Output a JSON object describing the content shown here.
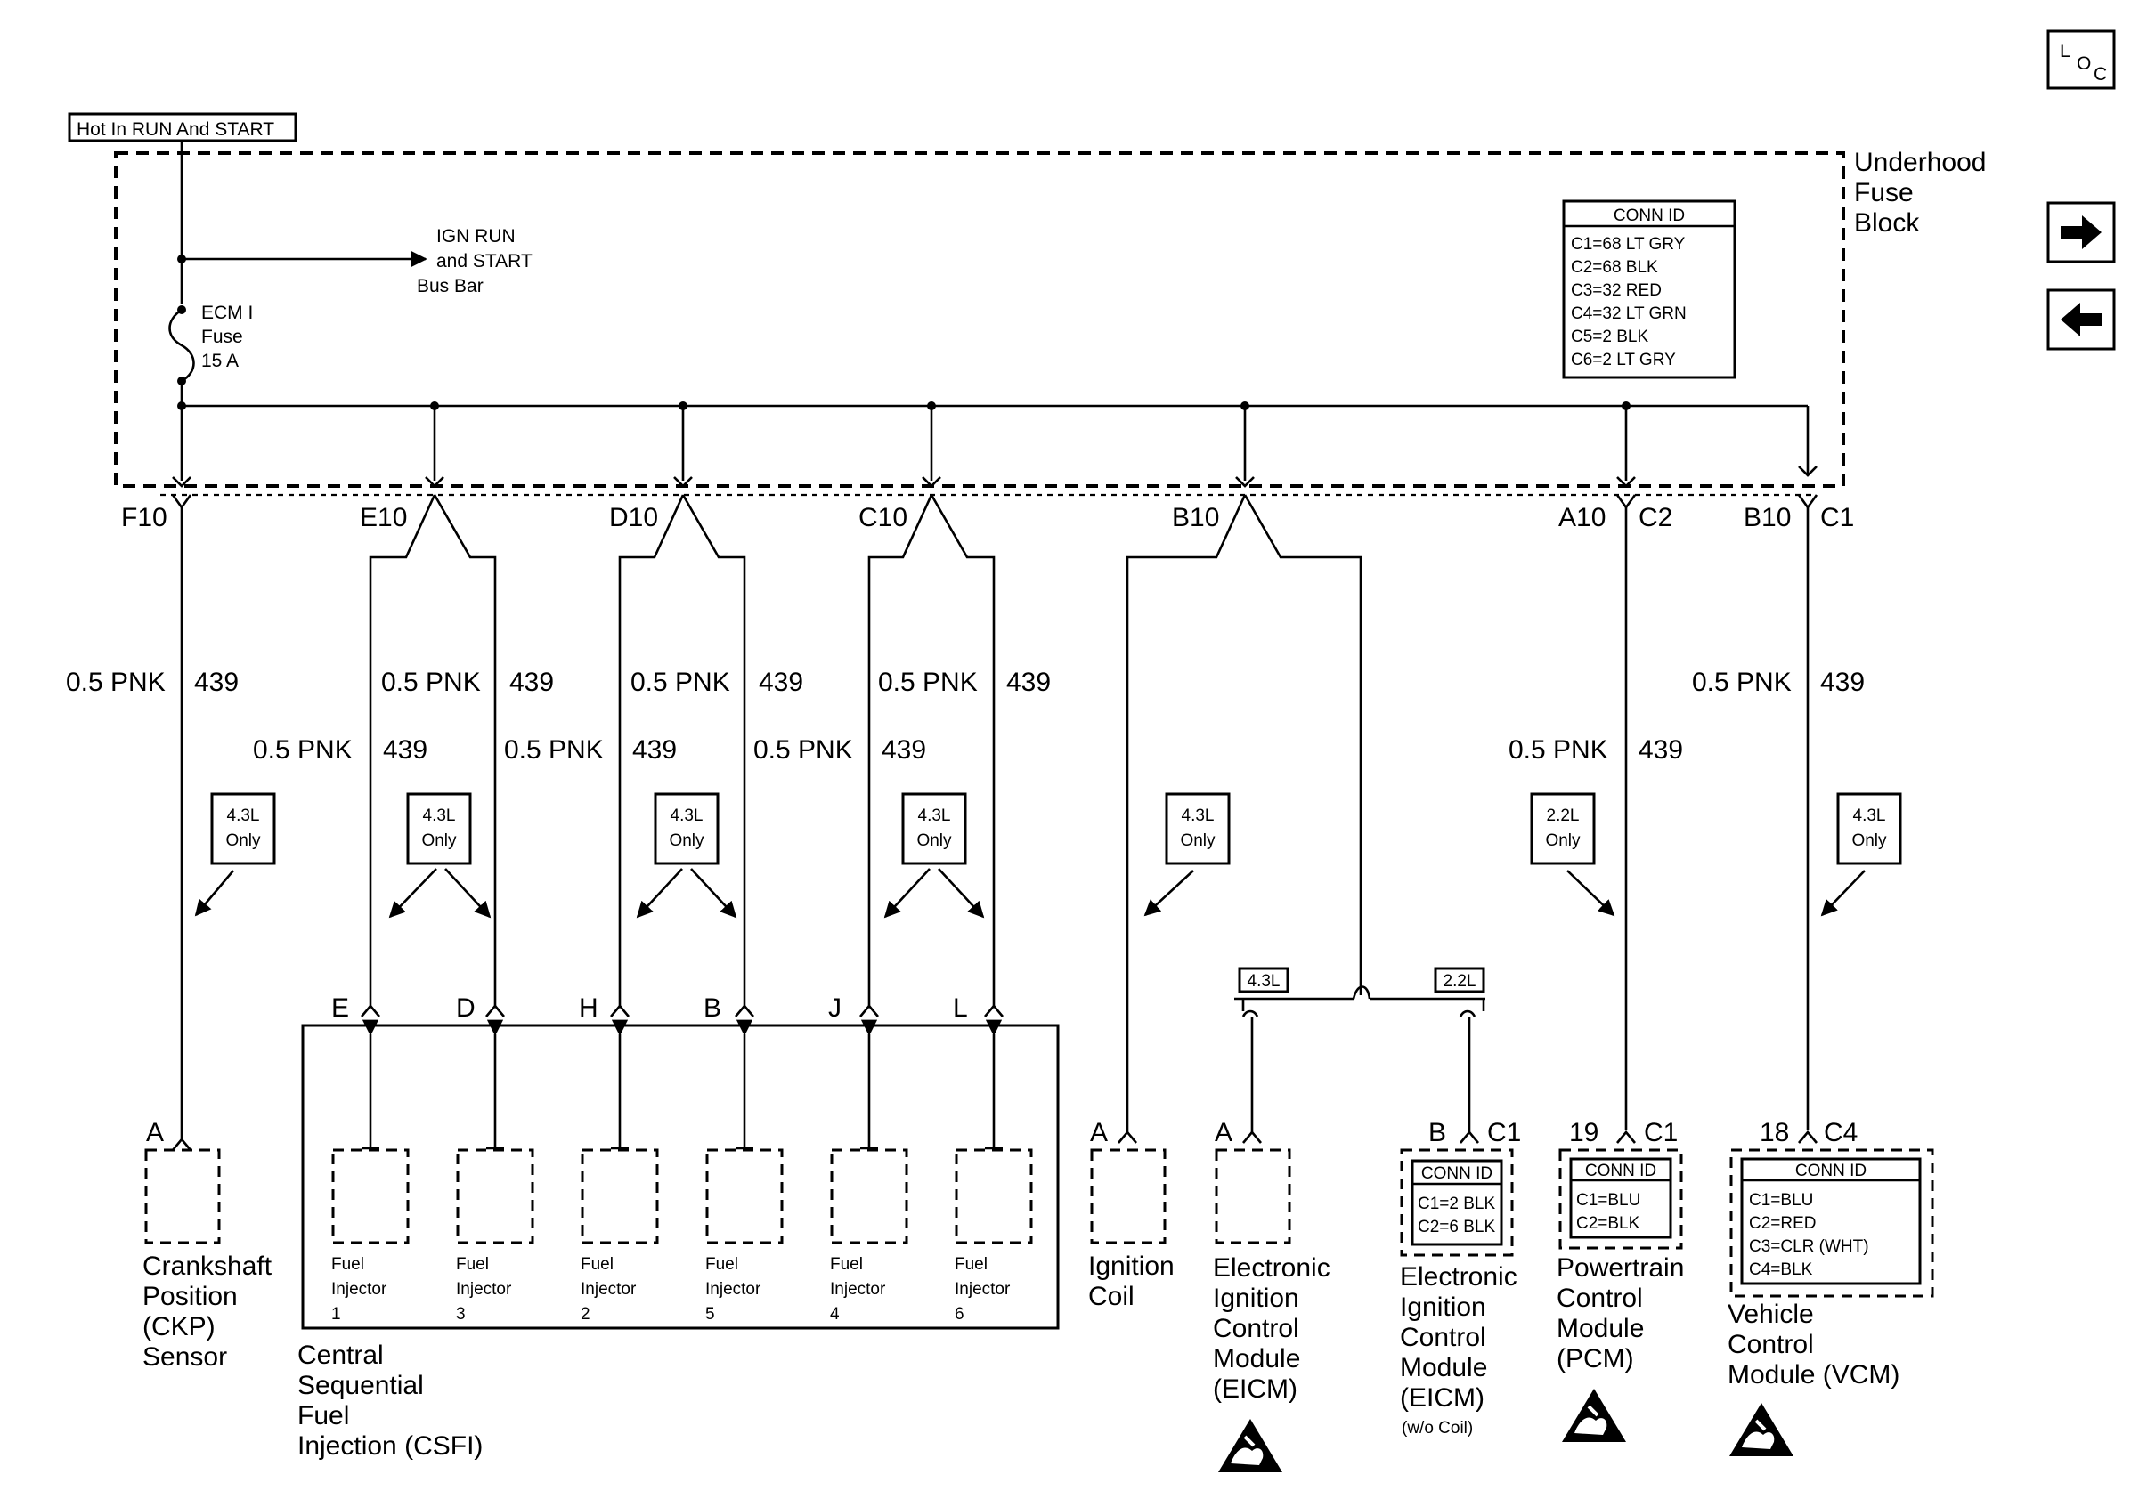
{
  "nav": {
    "loc_L": "L",
    "loc_O": "O",
    "loc_C": "C",
    "next_icon": "arrow-right-icon",
    "prev_icon": "arrow-left-icon"
  },
  "power": {
    "source": "Hot In RUN And START",
    "fuse_block": [
      "Underhood",
      "Fuse",
      "Block"
    ],
    "bus_bar": [
      "IGN RUN",
      "and START",
      "Bus Bar"
    ],
    "fuse": [
      "ECM I",
      "Fuse",
      "15 A"
    ]
  },
  "conn_id_fuse_block": {
    "title": "CONN ID",
    "rows": [
      "C1=68 LT GRY",
      "C2=68 BLK",
      "C3=32 RED",
      "C4=32 LT GRN",
      "C5=2 BLK",
      "C6=2 LT GRY"
    ]
  },
  "fuse_pins": [
    {
      "pin": "F10",
      "conn": ""
    },
    {
      "pin": "E10",
      "conn": ""
    },
    {
      "pin": "D10",
      "conn": ""
    },
    {
      "pin": "C10",
      "conn": ""
    },
    {
      "pin": "B10",
      "conn": ""
    },
    {
      "pin": "A10",
      "conn": "C2"
    },
    {
      "pin": "B10",
      "conn": "C1"
    }
  ],
  "wire": {
    "gauge": "0.5 PNK",
    "circuit": "439"
  },
  "notes": {
    "n43": [
      "4.3L",
      "Only"
    ],
    "n22": [
      "2.2L",
      "Only"
    ],
    "split_43": "4.3L",
    "split_22": "2.2L"
  },
  "injector_pins": [
    "E",
    "D",
    "H",
    "B",
    "J",
    "L"
  ],
  "injectors": [
    {
      "l1": "Fuel",
      "l2": "Injector",
      "l3": "1"
    },
    {
      "l1": "Fuel",
      "l2": "Injector",
      "l3": "3"
    },
    {
      "l1": "Fuel",
      "l2": "Injector",
      "l3": "2"
    },
    {
      "l1": "Fuel",
      "l2": "Injector",
      "l3": "5"
    },
    {
      "l1": "Fuel",
      "l2": "Injector",
      "l3": "4"
    },
    {
      "l1": "Fuel",
      "l2": "Injector",
      "l3": "6"
    }
  ],
  "csfi": [
    "Central",
    "Sequential",
    "Fuel",
    "Injection (CSFI)"
  ],
  "ckp": {
    "pin": "A",
    "label": [
      "Crankshaft",
      "Position",
      "(CKP)",
      "Sensor"
    ]
  },
  "coil": {
    "pin": "A",
    "label": [
      "Ignition",
      "Coil"
    ]
  },
  "eicm1": {
    "pin": "A",
    "label": [
      "Electronic",
      "Ignition",
      "Control",
      "Module",
      "(EICM)"
    ]
  },
  "eicm2": {
    "pin": "B",
    "conn": "C1",
    "label": [
      "Electronic",
      "Ignition",
      "Control",
      "Module",
      "(EICM)"
    ],
    "note": "(w/o Coil)",
    "conn_title": "CONN ID",
    "conn_rows": [
      "C1=2 BLK",
      "C2=6 BLK"
    ]
  },
  "pcm": {
    "pin": "19",
    "conn": "C1",
    "label": [
      "Powertrain",
      "Control",
      "Module",
      "(PCM)"
    ],
    "conn_title": "CONN ID",
    "conn_rows": [
      "C1=BLU",
      "C2=BLK"
    ]
  },
  "vcm": {
    "pin": "18",
    "conn": "C4",
    "label": [
      "Vehicle",
      "Control",
      "Module (VCM)"
    ],
    "conn_title": "CONN ID",
    "conn_rows": [
      "C1=BLU",
      "C2=RED",
      "C3=CLR (WHT)",
      "C4=BLK"
    ]
  },
  "esd_icon": "esd-sensitive-icon"
}
